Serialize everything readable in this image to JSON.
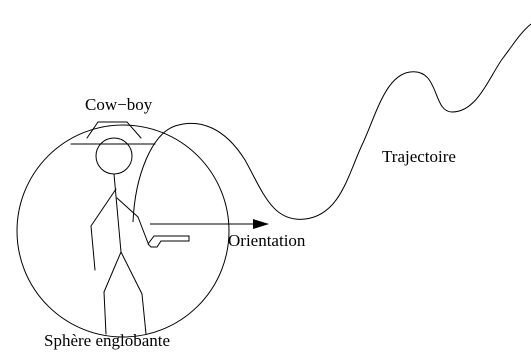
{
  "labels": {
    "cowboy": "Cow−boy",
    "trajectory": "Trajectoire",
    "orientation": "Orientation",
    "bounding_sphere": "Sphère englobante"
  },
  "colors": {
    "stroke": "#000000",
    "background": "#ffffff"
  }
}
